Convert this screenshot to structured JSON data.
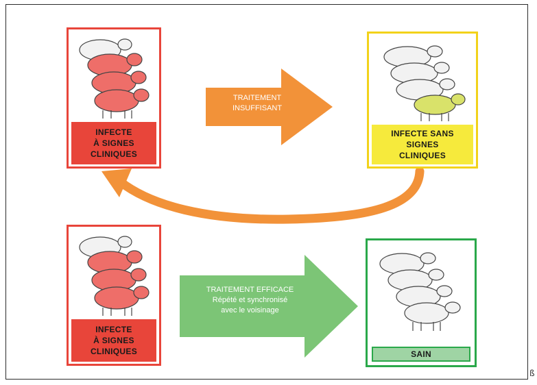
{
  "colors": {
    "red": "#e8453a",
    "red_fill": "#f06e62",
    "yellow": "#f2d21a",
    "yellow_fill": "#f6ea3c",
    "green": "#2aa84a",
    "green_fill": "#9fd4a4",
    "orange_arrow": "#f29239",
    "green_arrow": "#7cc576",
    "sheep_red": "#ee6e69",
    "sheep_yellow": "#d9e26a",
    "sheep_white": "#f2f2f2"
  },
  "cards": {
    "top_left": {
      "lines": [
        "INFECTE",
        "À SIGNES",
        "CLINIQUES"
      ]
    },
    "top_right": {
      "lines": [
        "INFECTE SANS",
        "SIGNES",
        "CLINIQUES"
      ]
    },
    "bottom_left": {
      "lines": [
        "INFECTE",
        "À SIGNES",
        "CLINIQUES"
      ]
    },
    "bottom_right": {
      "lines": [
        "SAIN"
      ]
    }
  },
  "arrows": {
    "top": {
      "lines": [
        "TRAITEMENT",
        "INSUFFISANT"
      ]
    },
    "bottom": {
      "lines": [
        "TRAITEMENT EFFICACE",
        "Répété et synchronisé",
        "avec le voisinage"
      ]
    }
  },
  "corner_mark": "ß"
}
